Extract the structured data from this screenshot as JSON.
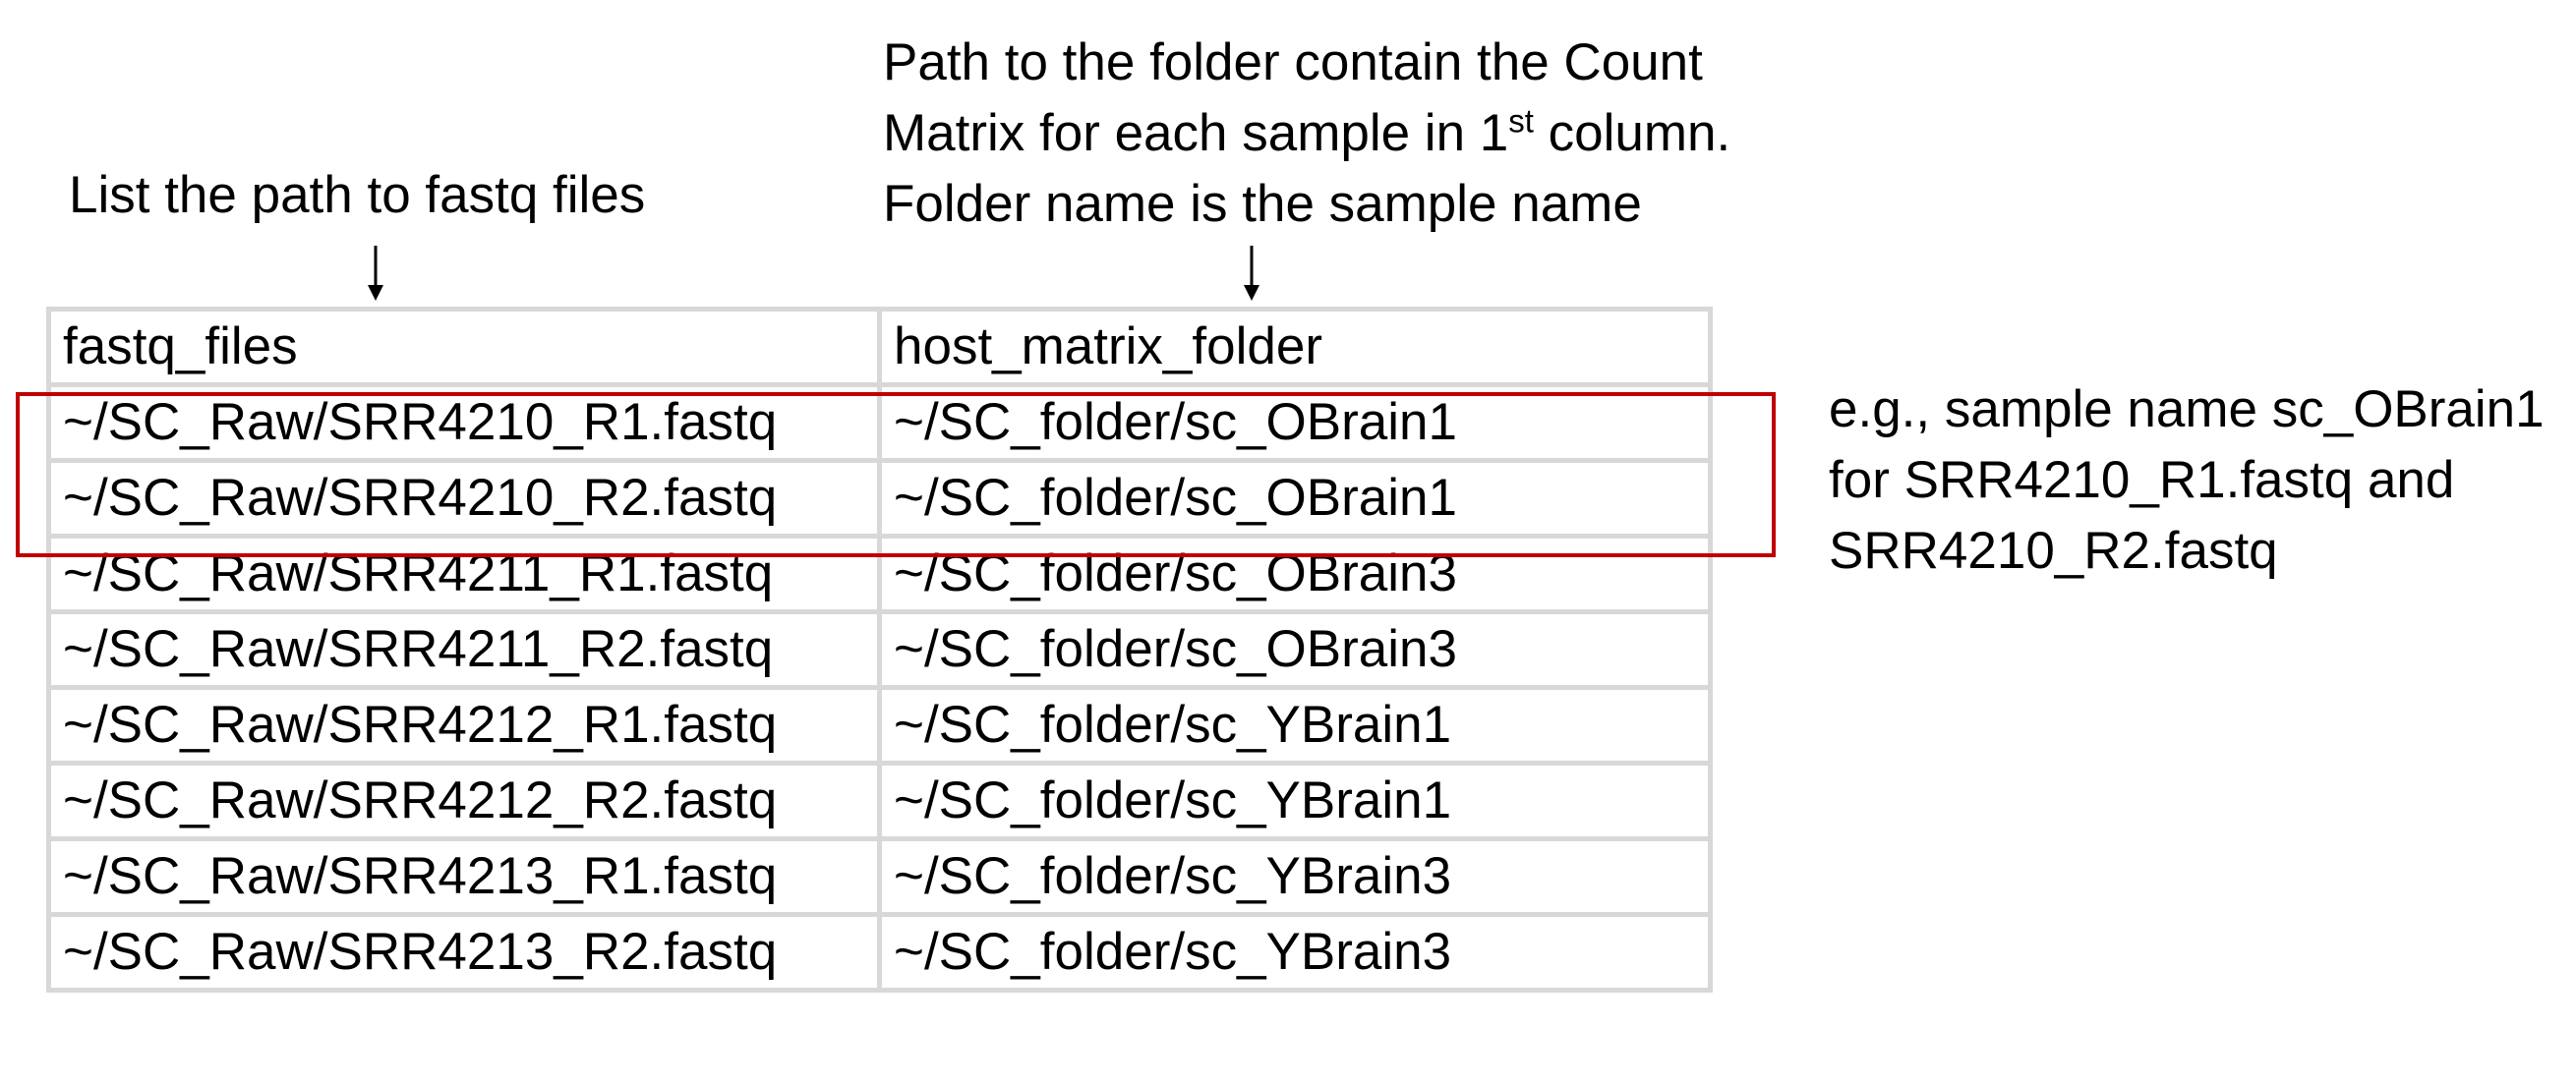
{
  "notes": {
    "fastq_column_note": "List the path to fastq files",
    "matrix_column_note": {
      "line1": "Path to the folder contain the Count",
      "line2_before": "Matrix for each sample in 1",
      "line2_sup": "st",
      "line2_after": " column.",
      "line3": "Folder name is the sample name"
    },
    "example_note": {
      "line1": "e.g., sample name sc_OBrain1",
      "line2": "for SRR4210_R1.fastq and",
      "line3": "SRR4210_R2.fastq"
    }
  },
  "table": {
    "headers": [
      "fastq_files",
      "host_matrix_folder"
    ],
    "rows": [
      [
        "~/SC_Raw/SRR4210_R1.fastq",
        "~/SC_folder/sc_OBrain1"
      ],
      [
        "~/SC_Raw/SRR4210_R2.fastq",
        "~/SC_folder/sc_OBrain1"
      ],
      [
        "~/SC_Raw/SRR4211_R1.fastq",
        "~/SC_folder/sc_OBrain3"
      ],
      [
        "~/SC_Raw/SRR4211_R2.fastq",
        "~/SC_folder/sc_OBrain3"
      ],
      [
        "~/SC_Raw/SRR4212_R1.fastq",
        "~/SC_folder/sc_YBrain1"
      ],
      [
        "~/SC_Raw/SRR4212_R2.fastq",
        "~/SC_folder/sc_YBrain1"
      ],
      [
        "~/SC_Raw/SRR4213_R1.fastq",
        "~/SC_folder/sc_YBrain3"
      ],
      [
        "~/SC_Raw/SRR4213_R2.fastq",
        "~/SC_folder/sc_YBrain3"
      ]
    ]
  },
  "colors": {
    "highlight": "#c00000",
    "grid": "#d8d8d8",
    "text": "#000000"
  },
  "icons": {
    "column_pointer": "down-arrow-icon"
  }
}
